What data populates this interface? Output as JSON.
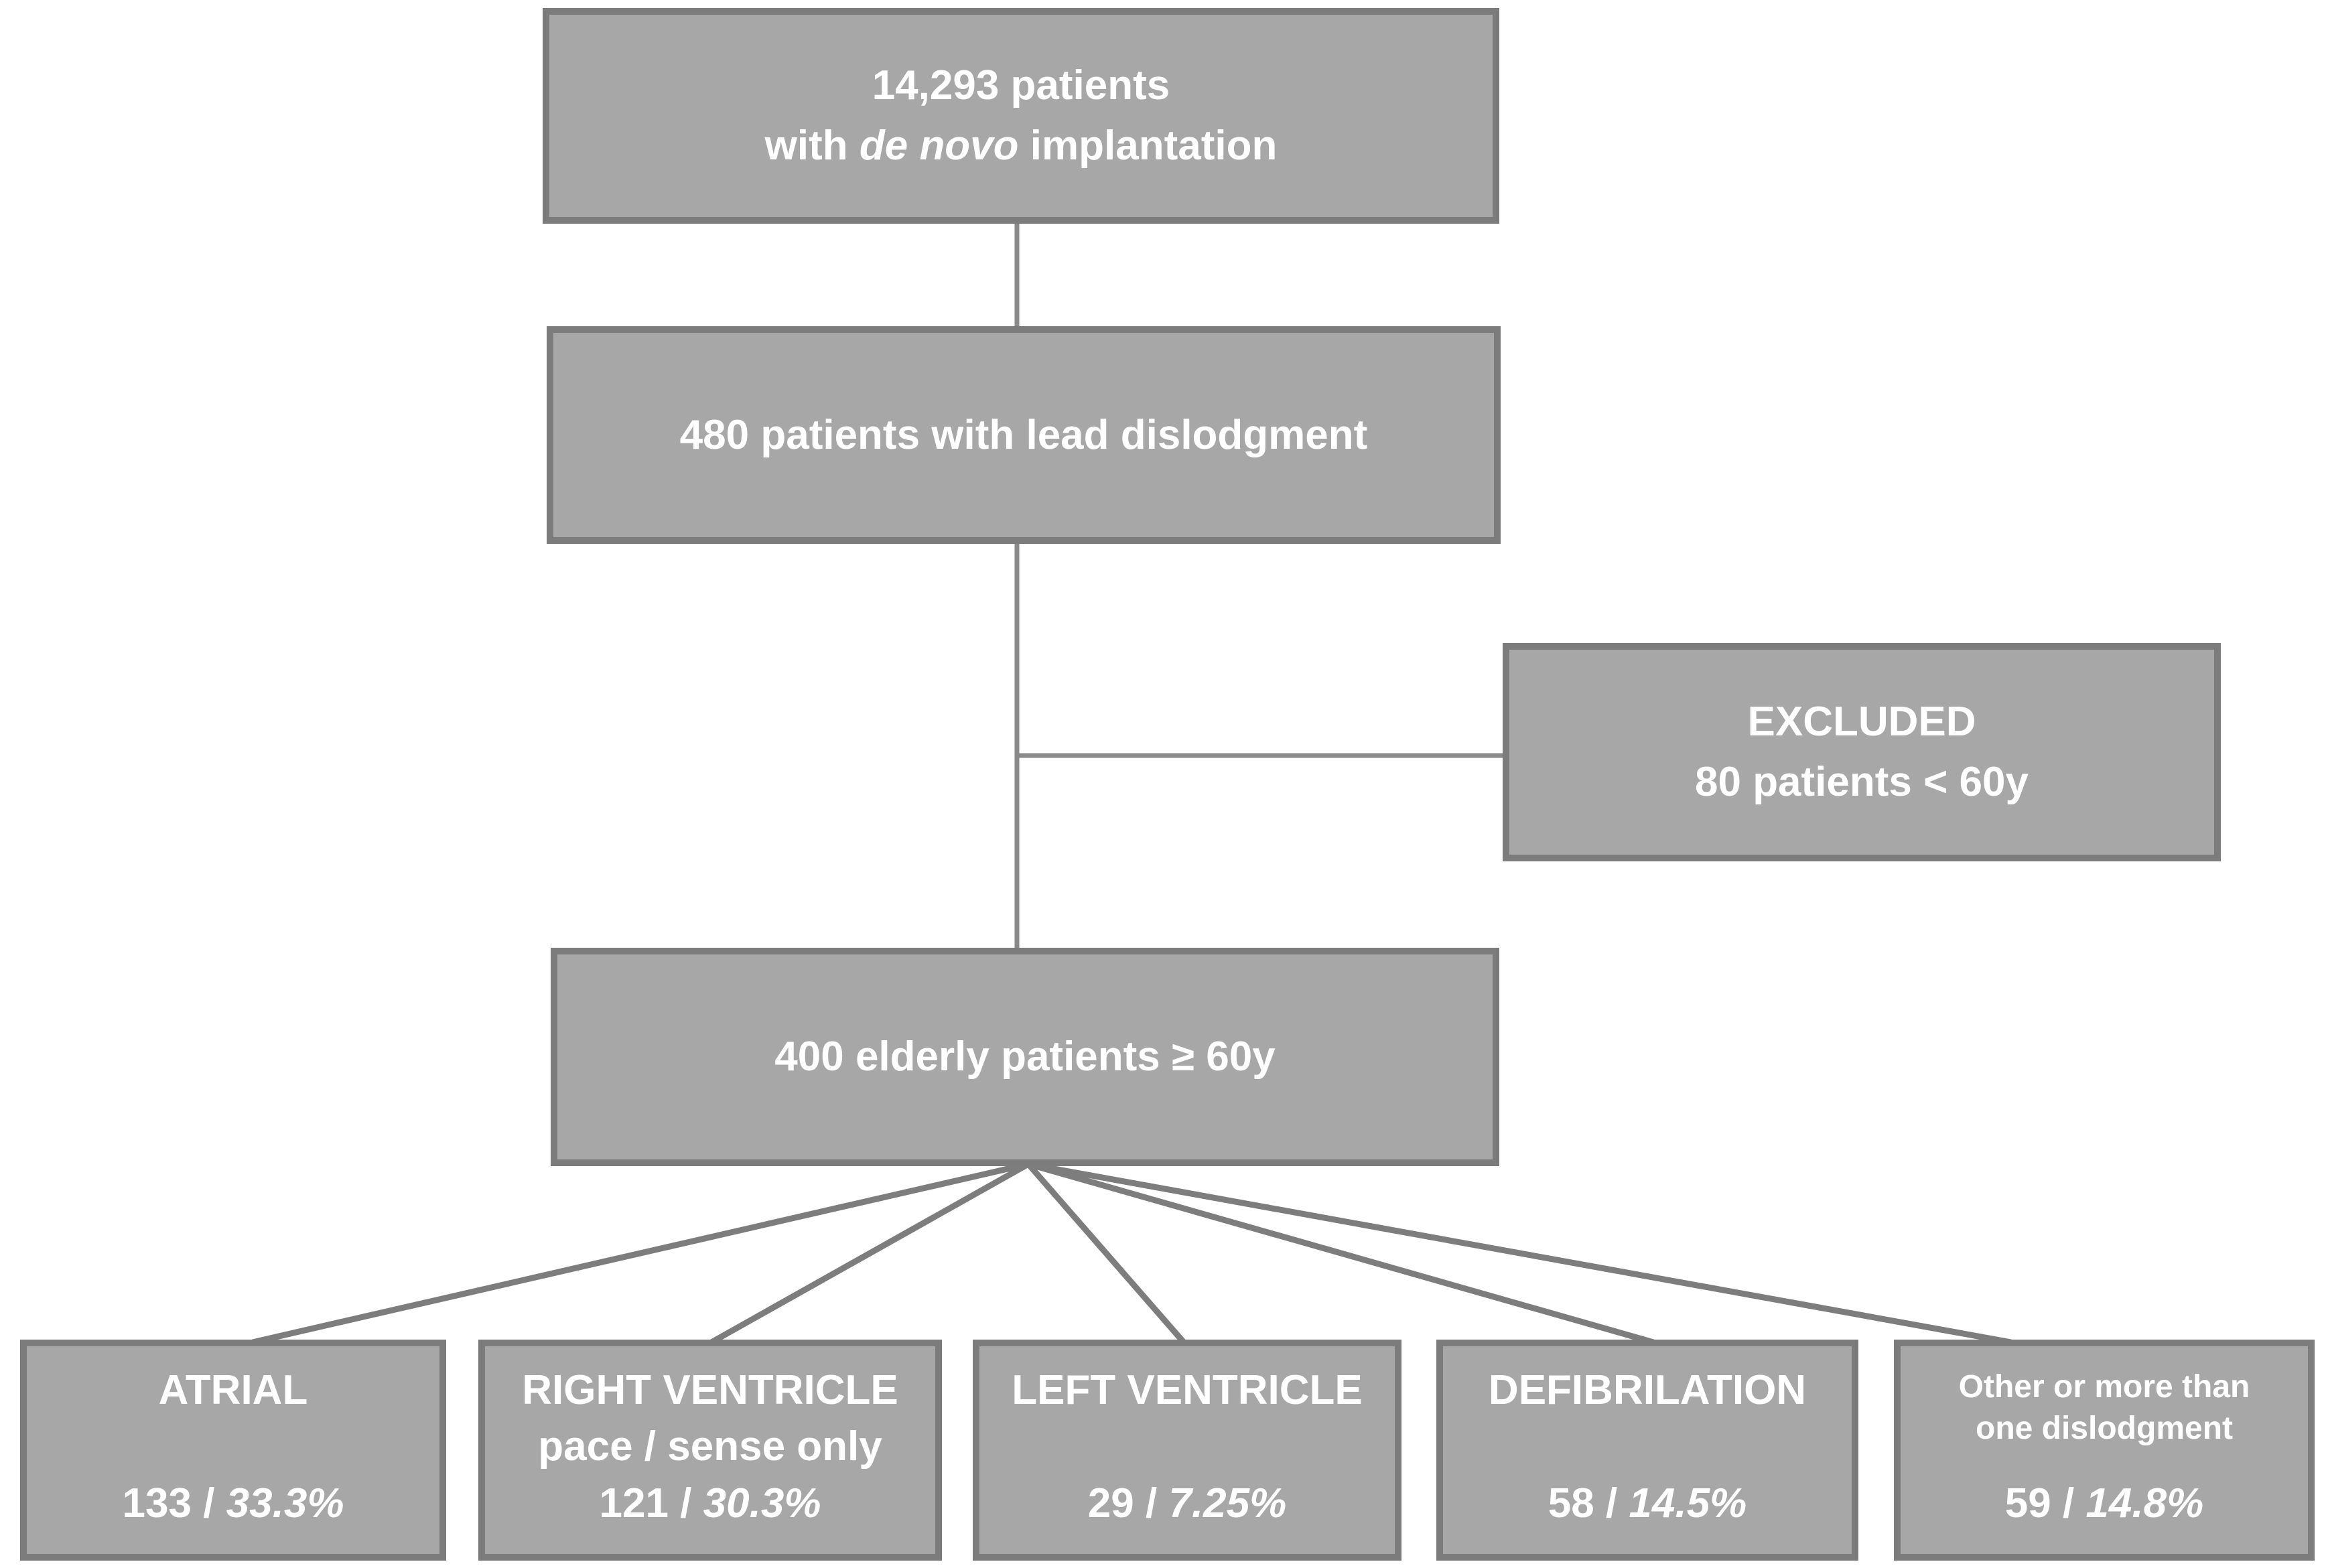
{
  "colors": {
    "background": "#ffffff",
    "box_fill": "#a7a7a7",
    "box_border": "#7c7c7c",
    "box_text": "#ffffff",
    "connector": "#898989",
    "connector_fan": "#7d7d7d"
  },
  "boxes": {
    "denovo": {
      "line1": "14,293 patients",
      "line2_prefix": "with ",
      "line2_italic": "de novo",
      "line2_suffix": " implantation"
    },
    "dislodgment": {
      "text": "480 patients with lead dislodgment"
    },
    "excluded": {
      "line1": "EXCLUDED",
      "line2": "80 patients < 60y"
    },
    "elderly": {
      "text": "400 elderly patients ≥ 60y"
    },
    "outcomes": [
      {
        "title": "ATRIAL",
        "count": "133 / ",
        "percent": "33.3%"
      },
      {
        "title": "RIGHT VENTRICLE",
        "subtitle": "pace / sense only",
        "count": "121 / ",
        "percent": "30.3%"
      },
      {
        "title": "LEFT VENTRICLE",
        "count": "29 / ",
        "percent": "7.25%"
      },
      {
        "title": "DEFIBRILATION",
        "count": "58 / ",
        "percent": "14.5%"
      },
      {
        "title_line1": "Other or more than",
        "title_line2": "one dislodgment",
        "count": "59 / ",
        "percent": "14.8%"
      }
    ]
  }
}
